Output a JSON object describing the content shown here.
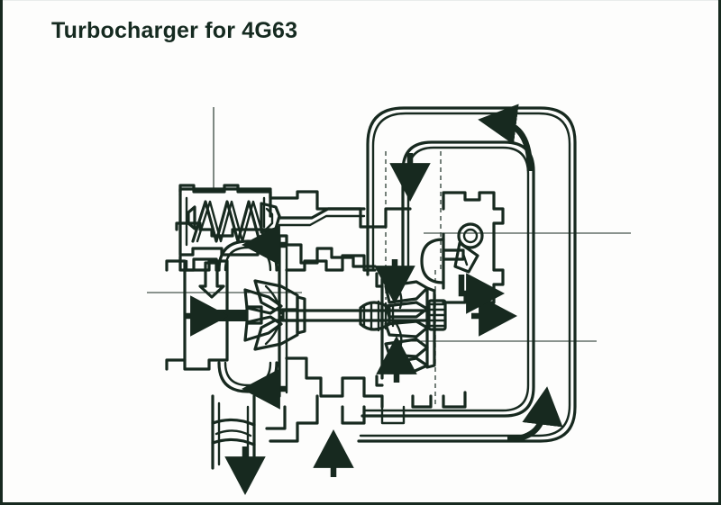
{
  "document": {
    "title": "Turbocharger for 4G63",
    "background_color": "#fdfdfc",
    "ink_color": "#17291f",
    "border_color": "#17291f"
  },
  "diagram": {
    "type": "cutaway-cross-section",
    "subject": "Turbocharger for 4G63",
    "view": "sectional side view",
    "components": [
      {
        "name": "wastegate-actuator",
        "label": "",
        "detail": "diaphragm canister with coil compression spring"
      },
      {
        "name": "actuator-spring",
        "label": "",
        "detail": "helical compression spring, 7 coils"
      },
      {
        "name": "actuator-rod",
        "label": "",
        "detail": "push rod linking actuator to wastegate arm"
      },
      {
        "name": "compressor-wheel",
        "label": "",
        "detail": "cutaway impeller, left side"
      },
      {
        "name": "compressor-housing",
        "label": "",
        "detail": "volute scroll around compressor wheel"
      },
      {
        "name": "turbine-wheel",
        "label": "",
        "detail": "cutaway turbine rotor, right side"
      },
      {
        "name": "turbine-housing",
        "label": "",
        "detail": "exhaust volute scroll, right side"
      },
      {
        "name": "center-bearing-housing",
        "label": "",
        "detail": "bearing cartridge and oil galleries"
      },
      {
        "name": "rotor-shaft",
        "label": "",
        "detail": "shaft joining compressor and turbine wheels"
      },
      {
        "name": "thrust-bearing",
        "label": "",
        "detail": "ribbed bearing pack near turbine end"
      },
      {
        "name": "wastegate-valve",
        "label": "",
        "detail": "pivoting poppet valve with circular linkage eye"
      },
      {
        "name": "oil-drain",
        "label": "",
        "detail": "oil return pipe at bottom of bearing housing"
      }
    ],
    "flow_arrows": [
      {
        "name": "air-intake-arrow",
        "direction": "right",
        "meaning": "intake air into compressor"
      },
      {
        "name": "compressed-air-arrow",
        "direction": "right",
        "meaning": "compressed air outlet"
      },
      {
        "name": "exhaust-inlet-arrow",
        "direction": "up",
        "meaning": "exhaust gas entering turbine housing"
      },
      {
        "name": "exhaust-down-arrow",
        "direction": "down",
        "meaning": "exhaust gas through turbine"
      },
      {
        "name": "exhaust-outlet-arrow",
        "direction": "down",
        "meaning": "exhaust gas leaving turbine"
      },
      {
        "name": "oil-drain-arrow",
        "direction": "down",
        "meaning": "oil return to sump"
      },
      {
        "name": "exhaust-curve-arrow-top",
        "direction": "curved-left",
        "meaning": "exhaust gas routed over housing"
      },
      {
        "name": "exhaust-curve-arrow-bottom",
        "direction": "curved-up",
        "meaning": "exhaust gas routed up from manifold"
      },
      {
        "name": "recirculation-arrow-upper",
        "direction": "left",
        "meaning": "flow return in compressor scroll"
      },
      {
        "name": "recirculation-arrow-lower",
        "direction": "left",
        "meaning": "flow return in compressor scroll"
      },
      {
        "name": "wastegate-bypass-arrow",
        "direction": "right",
        "meaning": "bypass gas through wastegate"
      }
    ],
    "leader_lines": [
      {
        "name": "leader-actuator-top",
        "orientation": "vertical",
        "from": "wastegate actuator"
      },
      {
        "name": "leader-compressor-left",
        "orientation": "horizontal",
        "from": "compressor housing"
      },
      {
        "name": "leader-turbine-upper-right",
        "orientation": "horizontal",
        "from": "wastegate valve"
      },
      {
        "name": "leader-turbine-lower-right",
        "orientation": "horizontal",
        "from": "turbine wheel"
      }
    ]
  }
}
